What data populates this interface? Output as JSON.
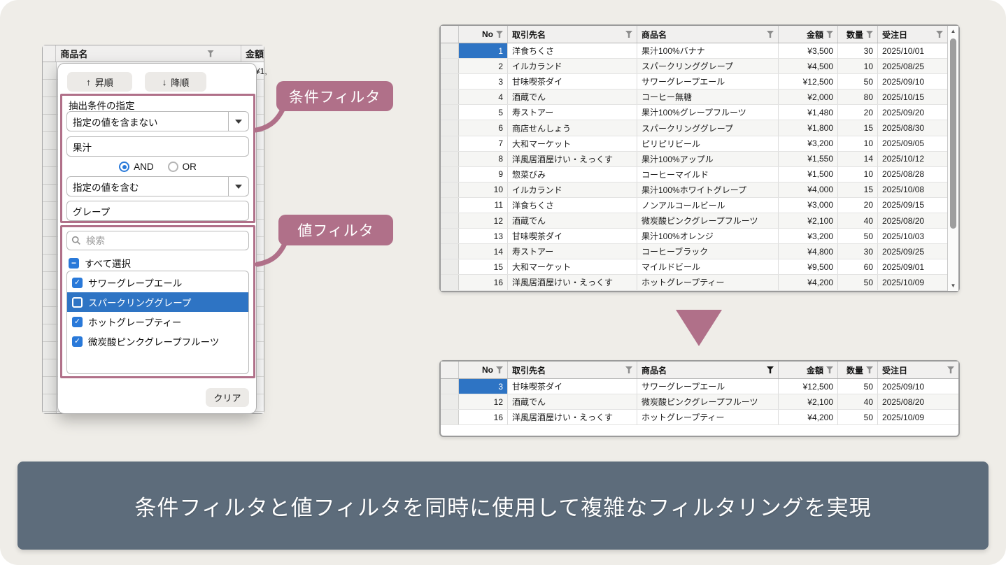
{
  "colors": {
    "accent": "#b07089",
    "selection_blue": "#2e74c4",
    "checkbox_blue": "#2979d9",
    "caption_bg": "#5d6c7b"
  },
  "icons": {
    "up_arrow": "↑",
    "down_arrow": "↓",
    "scroll_up": "▲",
    "scroll_down": "▼",
    "check": "✓",
    "indeterminate": "−"
  },
  "background_table": {
    "product_header": "商品名",
    "amount_header": "金額",
    "first_row_fragment": "¥1,"
  },
  "filter_popup": {
    "sort_ascending": "昇順",
    "sort_descending": "降順",
    "condition_section": {
      "title": "抽出条件の指定",
      "operator_1": "指定の値を含まない",
      "keyword_1": "果汁",
      "and_label": "AND",
      "or_label": "OR",
      "selected_logic": "AND",
      "operator_2": "指定の値を含む",
      "keyword_2": "グレープ"
    },
    "value_section": {
      "search_placeholder": "検索",
      "select_all_label": "すべて選択",
      "select_all_state": "indeterminate",
      "items": [
        {
          "label": "サワーグレープエール",
          "checked": true,
          "highlighted": false
        },
        {
          "label": "スパークリンググレープ",
          "checked": false,
          "highlighted": true
        },
        {
          "label": "ホットグレープティー",
          "checked": true,
          "highlighted": false
        },
        {
          "label": "微炭酸ピンクグレープフルーツ",
          "checked": true,
          "highlighted": false
        }
      ]
    },
    "clear_button": "クリア"
  },
  "annotations": {
    "condition_filter_label": "条件フィルタ",
    "value_filter_label": "値フィルタ"
  },
  "tables": {
    "headers": [
      "No",
      "取引先名",
      "商品名",
      "金額",
      "数量",
      "受注日"
    ],
    "source_table": {
      "highlighted_no": "1",
      "active_filter_column_index": -1,
      "rows": [
        [
          "1",
          "洋食ちくさ",
          "果汁100%バナナ",
          "¥3,500",
          "30",
          "2025/10/01"
        ],
        [
          "2",
          "イルカランド",
          "スパークリンググレープ",
          "¥4,500",
          "10",
          "2025/08/25"
        ],
        [
          "3",
          "甘味喫茶ダイ",
          "サワーグレープエール",
          "¥12,500",
          "50",
          "2025/09/10"
        ],
        [
          "4",
          "酒蔵でん",
          "コーヒー無糖",
          "¥2,000",
          "80",
          "2025/10/15"
        ],
        [
          "5",
          "寿ストアー",
          "果汁100%グレープフルーツ",
          "¥1,480",
          "20",
          "2025/09/20"
        ],
        [
          "6",
          "商店せんしょう",
          "スパークリンググレープ",
          "¥1,800",
          "15",
          "2025/08/30"
        ],
        [
          "7",
          "大和マーケット",
          "ピリピリビール",
          "¥3,200",
          "10",
          "2025/09/05"
        ],
        [
          "8",
          "洋風居酒屋けい・えっくす",
          "果汁100%アップル",
          "¥1,550",
          "14",
          "2025/10/12"
        ],
        [
          "9",
          "惣菜びみ",
          "コーヒーマイルド",
          "¥1,500",
          "10",
          "2025/08/28"
        ],
        [
          "10",
          "イルカランド",
          "果汁100%ホワイトグレープ",
          "¥4,000",
          "15",
          "2025/10/08"
        ],
        [
          "11",
          "洋食ちくさ",
          "ノンアルコールビール",
          "¥3,000",
          "20",
          "2025/09/15"
        ],
        [
          "12",
          "酒蔵でん",
          "微炭酸ピンクグレープフルーツ",
          "¥2,100",
          "40",
          "2025/08/20"
        ],
        [
          "13",
          "甘味喫茶ダイ",
          "果汁100%オレンジ",
          "¥3,200",
          "50",
          "2025/10/03"
        ],
        [
          "14",
          "寿ストアー",
          "コーヒーブラック",
          "¥4,800",
          "30",
          "2025/09/25"
        ],
        [
          "15",
          "大和マーケット",
          "マイルドビール",
          "¥9,500",
          "60",
          "2025/09/01"
        ],
        [
          "16",
          "洋風居酒屋けい・えっくす",
          "ホットグレープティー",
          "¥4,200",
          "50",
          "2025/10/09"
        ]
      ]
    },
    "result_table": {
      "highlighted_no": "3",
      "active_filter_column_index": 2,
      "rows": [
        [
          "3",
          "甘味喫茶ダイ",
          "サワーグレープエール",
          "¥12,500",
          "50",
          "2025/09/10"
        ],
        [
          "12",
          "酒蔵でん",
          "微炭酸ピンクグレープフルーツ",
          "¥2,100",
          "40",
          "2025/08/20"
        ],
        [
          "16",
          "洋風居酒屋けい・えっくす",
          "ホットグレープティー",
          "¥4,200",
          "50",
          "2025/10/09"
        ]
      ]
    }
  },
  "caption": "条件フィルタと値フィルタを同時に使用して複雑なフィルタリングを実現"
}
